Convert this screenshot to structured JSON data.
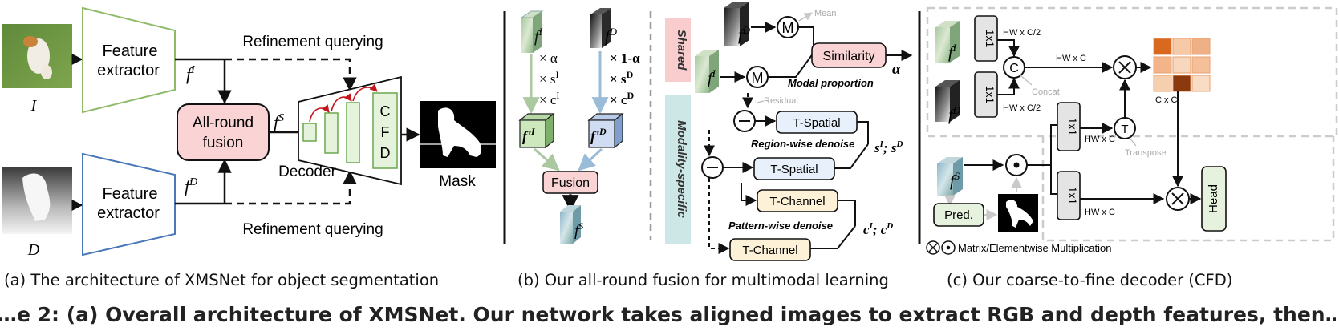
{
  "panel_a": {
    "caption": "(a) The architecture of XMSNet for object segmentation",
    "input_rgb_label": "I",
    "input_depth_label": "D",
    "extractor_top_line1": "Feature",
    "extractor_top_line2": "extractor",
    "extractor_bottom_line1": "Feature",
    "extractor_bottom_line2": "extractor",
    "f_rgb": "f",
    "f_rgb_sup": "I",
    "f_depth": "f",
    "f_depth_sup": "D",
    "f_shared": "f",
    "f_shared_sup": "S",
    "fusion_line1": "All-round",
    "fusion_line2": "fusion",
    "refine_top": "Refinement querying",
    "refine_bottom": "Refinement querying",
    "decoder": "Decoder",
    "cfd_c": "C",
    "cfd_f": "F",
    "cfd_d": "D",
    "mask": "Mask"
  },
  "panel_b": {
    "caption": "(b) Our all-round fusion for multimodal learning",
    "f_rgb": "f",
    "f_rgb_sup": "I",
    "f_depth": "f",
    "f_depth_sup": "D",
    "rgb_alpha": "× α",
    "rgb_s": "× s",
    "rgb_s_sup": "I",
    "rgb_c": "× c",
    "rgb_c_sup": "I",
    "depth_alpha": "× 1-α",
    "depth_s": "× s",
    "depth_s_sup": "D",
    "depth_c": "× c",
    "depth_c_sup": "D",
    "cube_rgb": "f'",
    "cube_rgb_sup": "I",
    "cube_depth": "f'",
    "cube_depth_sup": "D",
    "fusion": "Fusion",
    "f_out": "f",
    "f_out_sup": "S",
    "shared": "Shared",
    "modality_specific": "Modality-specific",
    "m_top": "M",
    "m_bottom": "M",
    "mean": "Mean",
    "similarity": "Similarity",
    "alpha": "α",
    "modal_proportion": "Modal proportion",
    "residual": "Residual",
    "t_spatial_1": "T-Spatial",
    "t_spatial_2": "T-Spatial",
    "region_denoise": "Region-wise denoise",
    "s_out": "s",
    "s_out_sup1": "I",
    "s_out_mid": "; s",
    "s_out_sup2": "D",
    "t_channel_1": "T-Channel",
    "t_channel_2": "T-Channel",
    "pattern_denoise": "Pattern-wise denoise",
    "c_out": "c",
    "c_out_sup1": "I",
    "c_out_mid": "; c",
    "c_out_sup2": "D",
    "f_rgb_2": "f",
    "f_rgb_2_sup": "I",
    "f_depth_2": "f",
    "f_depth_2_sup": "D"
  },
  "panel_c": {
    "caption": "(c) Our coarse-to-fine decoder (CFD)",
    "conv_top": "1x1",
    "conv_mid": "1x1",
    "conv_right_top": "1x1",
    "conv_right_bottom": "1x1",
    "hw_c2_top": "HW x C/2",
    "hw_c2_bottom": "HW x C/2",
    "hw_c": "HW x C",
    "hw_c_right_top": "HW x C",
    "hw_c_right_bottom": "HW x C",
    "concat_symbol": "C",
    "concat": "Concat",
    "transpose_symbol": "T",
    "transpose": "Transpose",
    "cxc": "C x C",
    "head": "Head",
    "pred": "Pred.",
    "f_rgb": "f",
    "f_rgb_sup": "I",
    "f_depth": "f",
    "f_depth_sup": "D",
    "f_shared": "f",
    "f_shared_sup": "S",
    "legend": "Matrix/Elementwise Multiplication"
  },
  "figure_caption_partial": "…e 2: (a) Overall architecture of XMSNet. Our network takes aligned images to extract RGB and depth features, then…"
}
